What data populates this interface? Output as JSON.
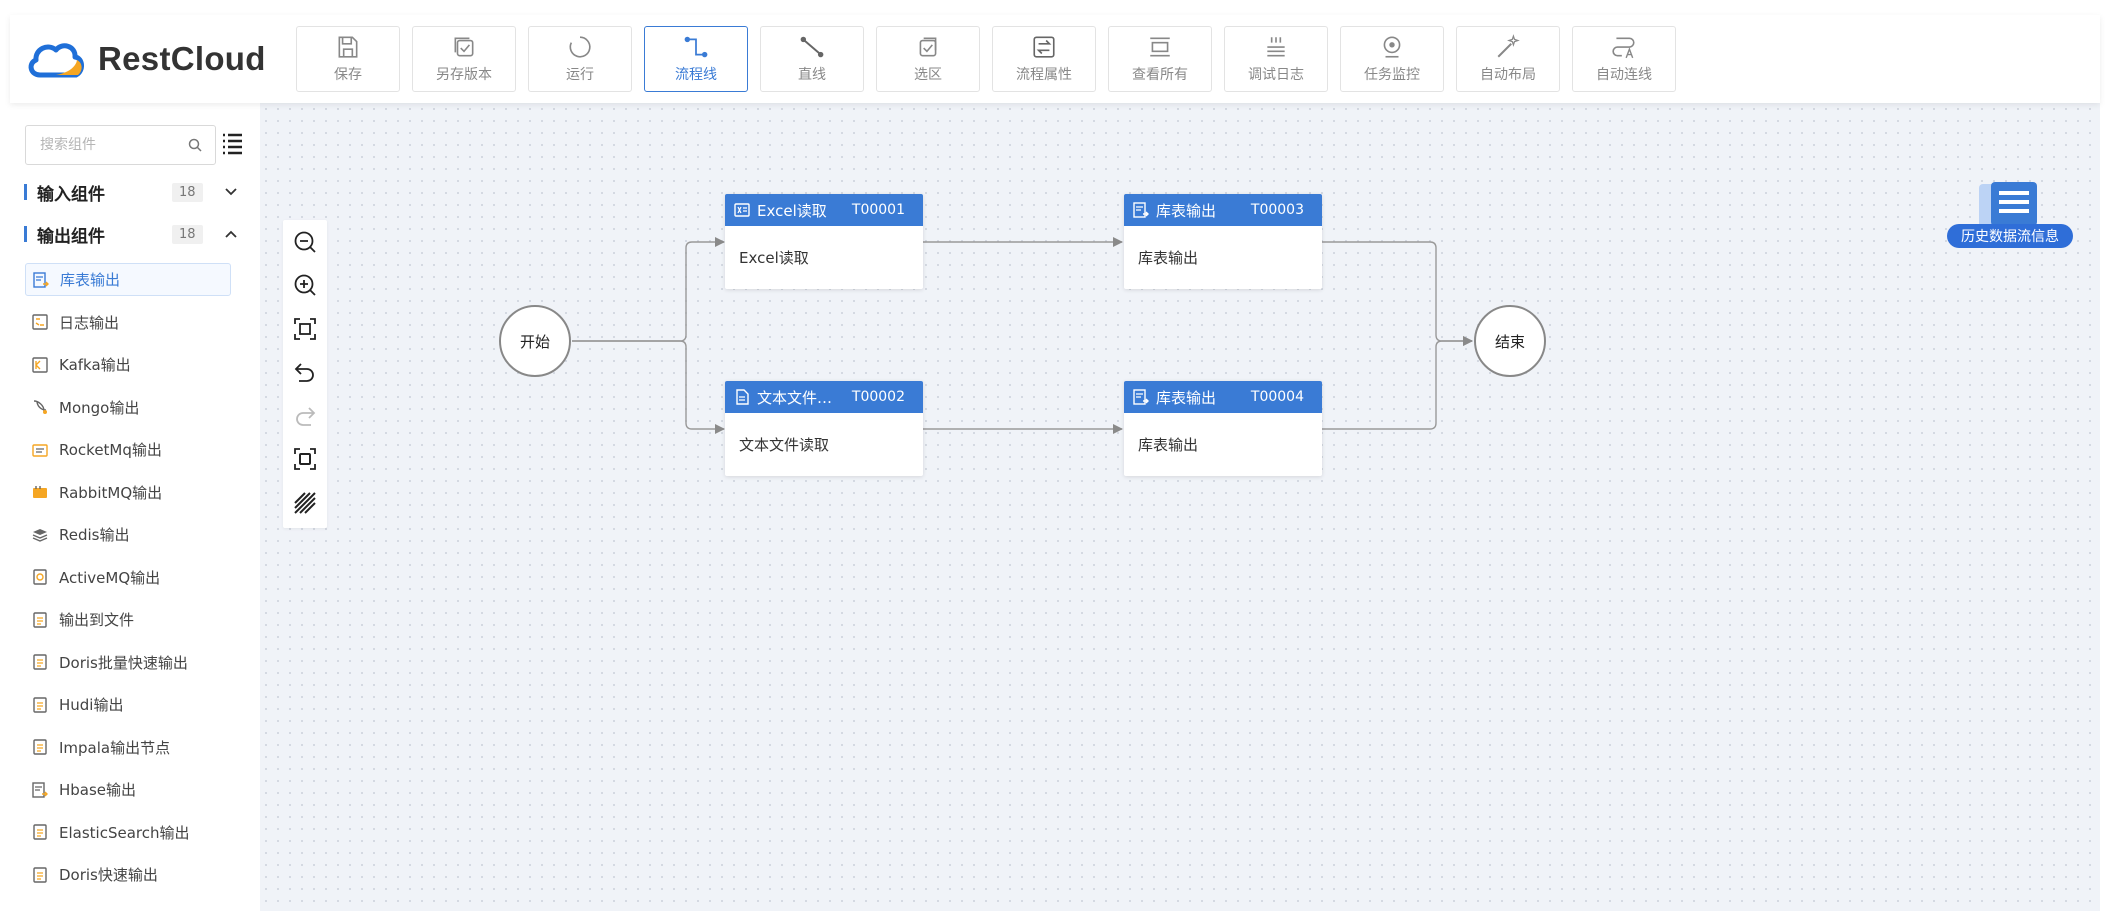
{
  "app": {
    "logo_text": "RestCloud"
  },
  "toolbar": {
    "buttons": [
      {
        "label": "保存",
        "icon": "save-icon"
      },
      {
        "label": "另存版本",
        "icon": "save-version-icon"
      },
      {
        "label": "运行",
        "icon": "run-icon"
      },
      {
        "label": "流程线",
        "icon": "flow-line-icon",
        "active": true
      },
      {
        "label": "直线",
        "icon": "straight-line-icon"
      },
      {
        "label": "选区",
        "icon": "selection-icon"
      },
      {
        "label": "流程属性",
        "icon": "flow-properties-icon"
      },
      {
        "label": "查看所有",
        "icon": "view-all-icon"
      },
      {
        "label": "调试日志",
        "icon": "debug-log-icon"
      },
      {
        "label": "任务监控",
        "icon": "task-monitor-icon"
      },
      {
        "label": "自动布局",
        "icon": "auto-layout-icon"
      },
      {
        "label": "自动连线",
        "icon": "auto-connect-icon"
      }
    ]
  },
  "sidebar": {
    "search_placeholder": "搜索组件",
    "categories": [
      {
        "label": "输入组件",
        "count": "18",
        "expanded": false
      },
      {
        "label": "输出组件",
        "count": "18",
        "expanded": true
      }
    ],
    "items": [
      {
        "label": "库表输出",
        "selected": true
      },
      {
        "label": "日志输出"
      },
      {
        "label": "Kafka输出"
      },
      {
        "label": "Mongo输出"
      },
      {
        "label": "RocketMq输出"
      },
      {
        "label": "RabbitMQ输出"
      },
      {
        "label": "Redis输出"
      },
      {
        "label": "ActiveMQ输出"
      },
      {
        "label": "输出到文件"
      },
      {
        "label": "Doris批量快速输出"
      },
      {
        "label": "Hudi输出"
      },
      {
        "label": "Impala输出节点"
      },
      {
        "label": "Hbase输出"
      },
      {
        "label": "ElasticSearch输出"
      },
      {
        "label": "Doris快速输出"
      }
    ]
  },
  "canvas": {
    "start_label": "开始",
    "end_label": "结束",
    "tasks": [
      {
        "name": "Excel读取",
        "id": "T00001",
        "body": "Excel读取"
      },
      {
        "name": "文本文件…",
        "id": "T00002",
        "body": "文本文件读取"
      },
      {
        "name": "库表输出",
        "id": "T00003",
        "body": "库表输出"
      },
      {
        "name": "库表输出",
        "id": "T00004",
        "body": "库表输出"
      }
    ],
    "history_label": "历史数据流信息"
  },
  "colors": {
    "accent": "#3a7bd5",
    "node_header": "#3a7bd5",
    "canvas_bg": "#f0f3f8",
    "edge": "#999999"
  }
}
